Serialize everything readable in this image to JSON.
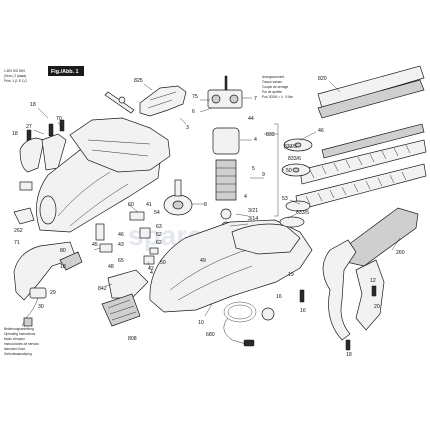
{
  "header": {
    "document_number": "1 609 002 80H",
    "small_lines": [
      "(Vers.) 2 (aaaa)",
      "Print. 1 (1 E 1) 2"
    ],
    "figure_label": "Fig./Abb. 1"
  },
  "torque_note": {
    "lines": [
      "Anzugsmoment",
      "Torque values",
      "Couple de serrage",
      "Par de apriete",
      "Pos. 833/6 = 4 · 5 Nm"
    ]
  },
  "bottom_note": {
    "lines": [
      "Bedienungsanleitung",
      "Operating Instructions",
      "Mode d'emploi",
      "Instrucciones de servicio",
      "Istruzioni d'uso",
      "Gebruiksaanwijzing"
    ]
  },
  "watermark": "spares",
  "callouts": [
    {
      "id": "825",
      "text": "825"
    },
    {
      "id": "820",
      "text": "820"
    },
    {
      "id": "18-top",
      "text": "18"
    },
    {
      "id": "27",
      "text": "27"
    },
    {
      "id": "70",
      "text": "70"
    },
    {
      "id": "18-left",
      "text": "18"
    },
    {
      "id": "3",
      "text": "3"
    },
    {
      "id": "75",
      "text": "75"
    },
    {
      "id": "6",
      "text": "6"
    },
    {
      "id": "7",
      "text": "7"
    },
    {
      "id": "44-right",
      "text": "44"
    },
    {
      "id": "4-top",
      "text": "4"
    },
    {
      "id": "5",
      "text": "5"
    },
    {
      "id": "833",
      "text": "833"
    },
    {
      "id": "833-5",
      "text": "833/5"
    },
    {
      "id": "833-6",
      "text": "833/6"
    },
    {
      "id": "50-right",
      "text": "50"
    },
    {
      "id": "53",
      "text": "53"
    },
    {
      "id": "833-5b",
      "text": "833/5"
    },
    {
      "id": "46-right",
      "text": "46"
    },
    {
      "id": "9",
      "text": "9"
    },
    {
      "id": "3-21",
      "text": "3/21"
    },
    {
      "id": "3-14",
      "text": "3/14"
    },
    {
      "id": "4-mid",
      "text": "4"
    },
    {
      "id": "260",
      "text": "260"
    },
    {
      "id": "8",
      "text": "8"
    },
    {
      "id": "54",
      "text": "54"
    },
    {
      "id": "63",
      "text": "63"
    },
    {
      "id": "60",
      "text": "60"
    },
    {
      "id": "52",
      "text": "52"
    },
    {
      "id": "62",
      "text": "62"
    },
    {
      "id": "49",
      "text": "49"
    },
    {
      "id": "41",
      "text": "41"
    },
    {
      "id": "46-mid",
      "text": "46"
    },
    {
      "id": "43",
      "text": "43"
    },
    {
      "id": "50-mid",
      "text": "50"
    },
    {
      "id": "42",
      "text": "42"
    },
    {
      "id": "65",
      "text": "65"
    },
    {
      "id": "262",
      "text": "262"
    },
    {
      "id": "71",
      "text": "71"
    },
    {
      "id": "80",
      "text": "80"
    },
    {
      "id": "29",
      "text": "29"
    },
    {
      "id": "30",
      "text": "30"
    },
    {
      "id": "45",
      "text": "45"
    },
    {
      "id": "48",
      "text": "48"
    },
    {
      "id": "18-botleft",
      "text": "18"
    },
    {
      "id": "842",
      "text": "842"
    },
    {
      "id": "4-bot",
      "text": "4"
    },
    {
      "id": "10",
      "text": "10"
    },
    {
      "id": "680",
      "text": "680"
    },
    {
      "id": "16-mid",
      "text": "16"
    },
    {
      "id": "16-bot",
      "text": "16"
    },
    {
      "id": "19",
      "text": "19"
    },
    {
      "id": "12",
      "text": "12"
    },
    {
      "id": "20",
      "text": "20"
    },
    {
      "id": "18-right",
      "text": "18"
    },
    {
      "id": "808",
      "text": "808"
    }
  ]
}
